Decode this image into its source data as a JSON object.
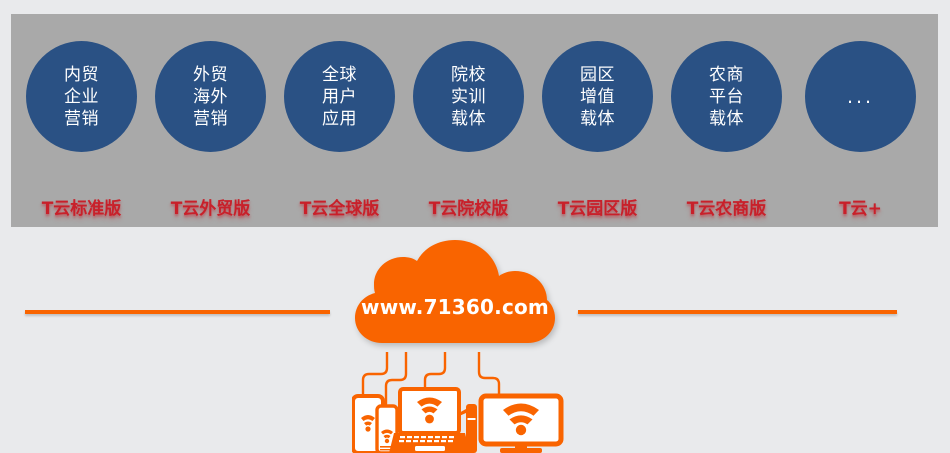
{
  "panel": {
    "background_color": "#a9a9a9",
    "circle_color": "#2a5184",
    "label_color": "#c8202a",
    "accent_color": "#f96400"
  },
  "products": [
    {
      "circle_lines": [
        "内贸",
        "企业",
        "营销"
      ],
      "label": "T云标准版",
      "icon": "circle-node"
    },
    {
      "circle_lines": [
        "外贸",
        "海外",
        "营销"
      ],
      "label": "T云外贸版",
      "icon": "circle-node"
    },
    {
      "circle_lines": [
        "全球",
        "用户",
        "应用"
      ],
      "label": "T云全球版",
      "icon": "circle-node"
    },
    {
      "circle_lines": [
        "院校",
        "实训",
        "载体"
      ],
      "label": "T云院校版",
      "icon": "circle-node"
    },
    {
      "circle_lines": [
        "园区",
        "增值",
        "载体"
      ],
      "label": "T云园区版",
      "icon": "circle-node"
    },
    {
      "circle_lines": [
        "农商",
        "平台",
        "载体"
      ],
      "label": "T云农商版",
      "icon": "circle-node"
    },
    {
      "circle_lines": [
        "..."
      ],
      "label": "T云+",
      "icon": "ellipsis-icon"
    }
  ],
  "cloud": {
    "url": "www.71360.com",
    "icon": "cloud-icon",
    "color": "#f96400"
  },
  "devices": {
    "icon_group": "connected-devices-group",
    "items": [
      {
        "icon": "tablet-wifi-icon"
      },
      {
        "icon": "smartphone-wifi-icon"
      },
      {
        "icon": "laptop-wifi-icon"
      },
      {
        "icon": "router-icon"
      },
      {
        "icon": "desktop-monitor-wifi-icon"
      }
    ],
    "connector_icon": "cable-connector-lines"
  },
  "dividers": {
    "left_icon": "horizontal-rule-left",
    "right_icon": "horizontal-rule-right"
  }
}
